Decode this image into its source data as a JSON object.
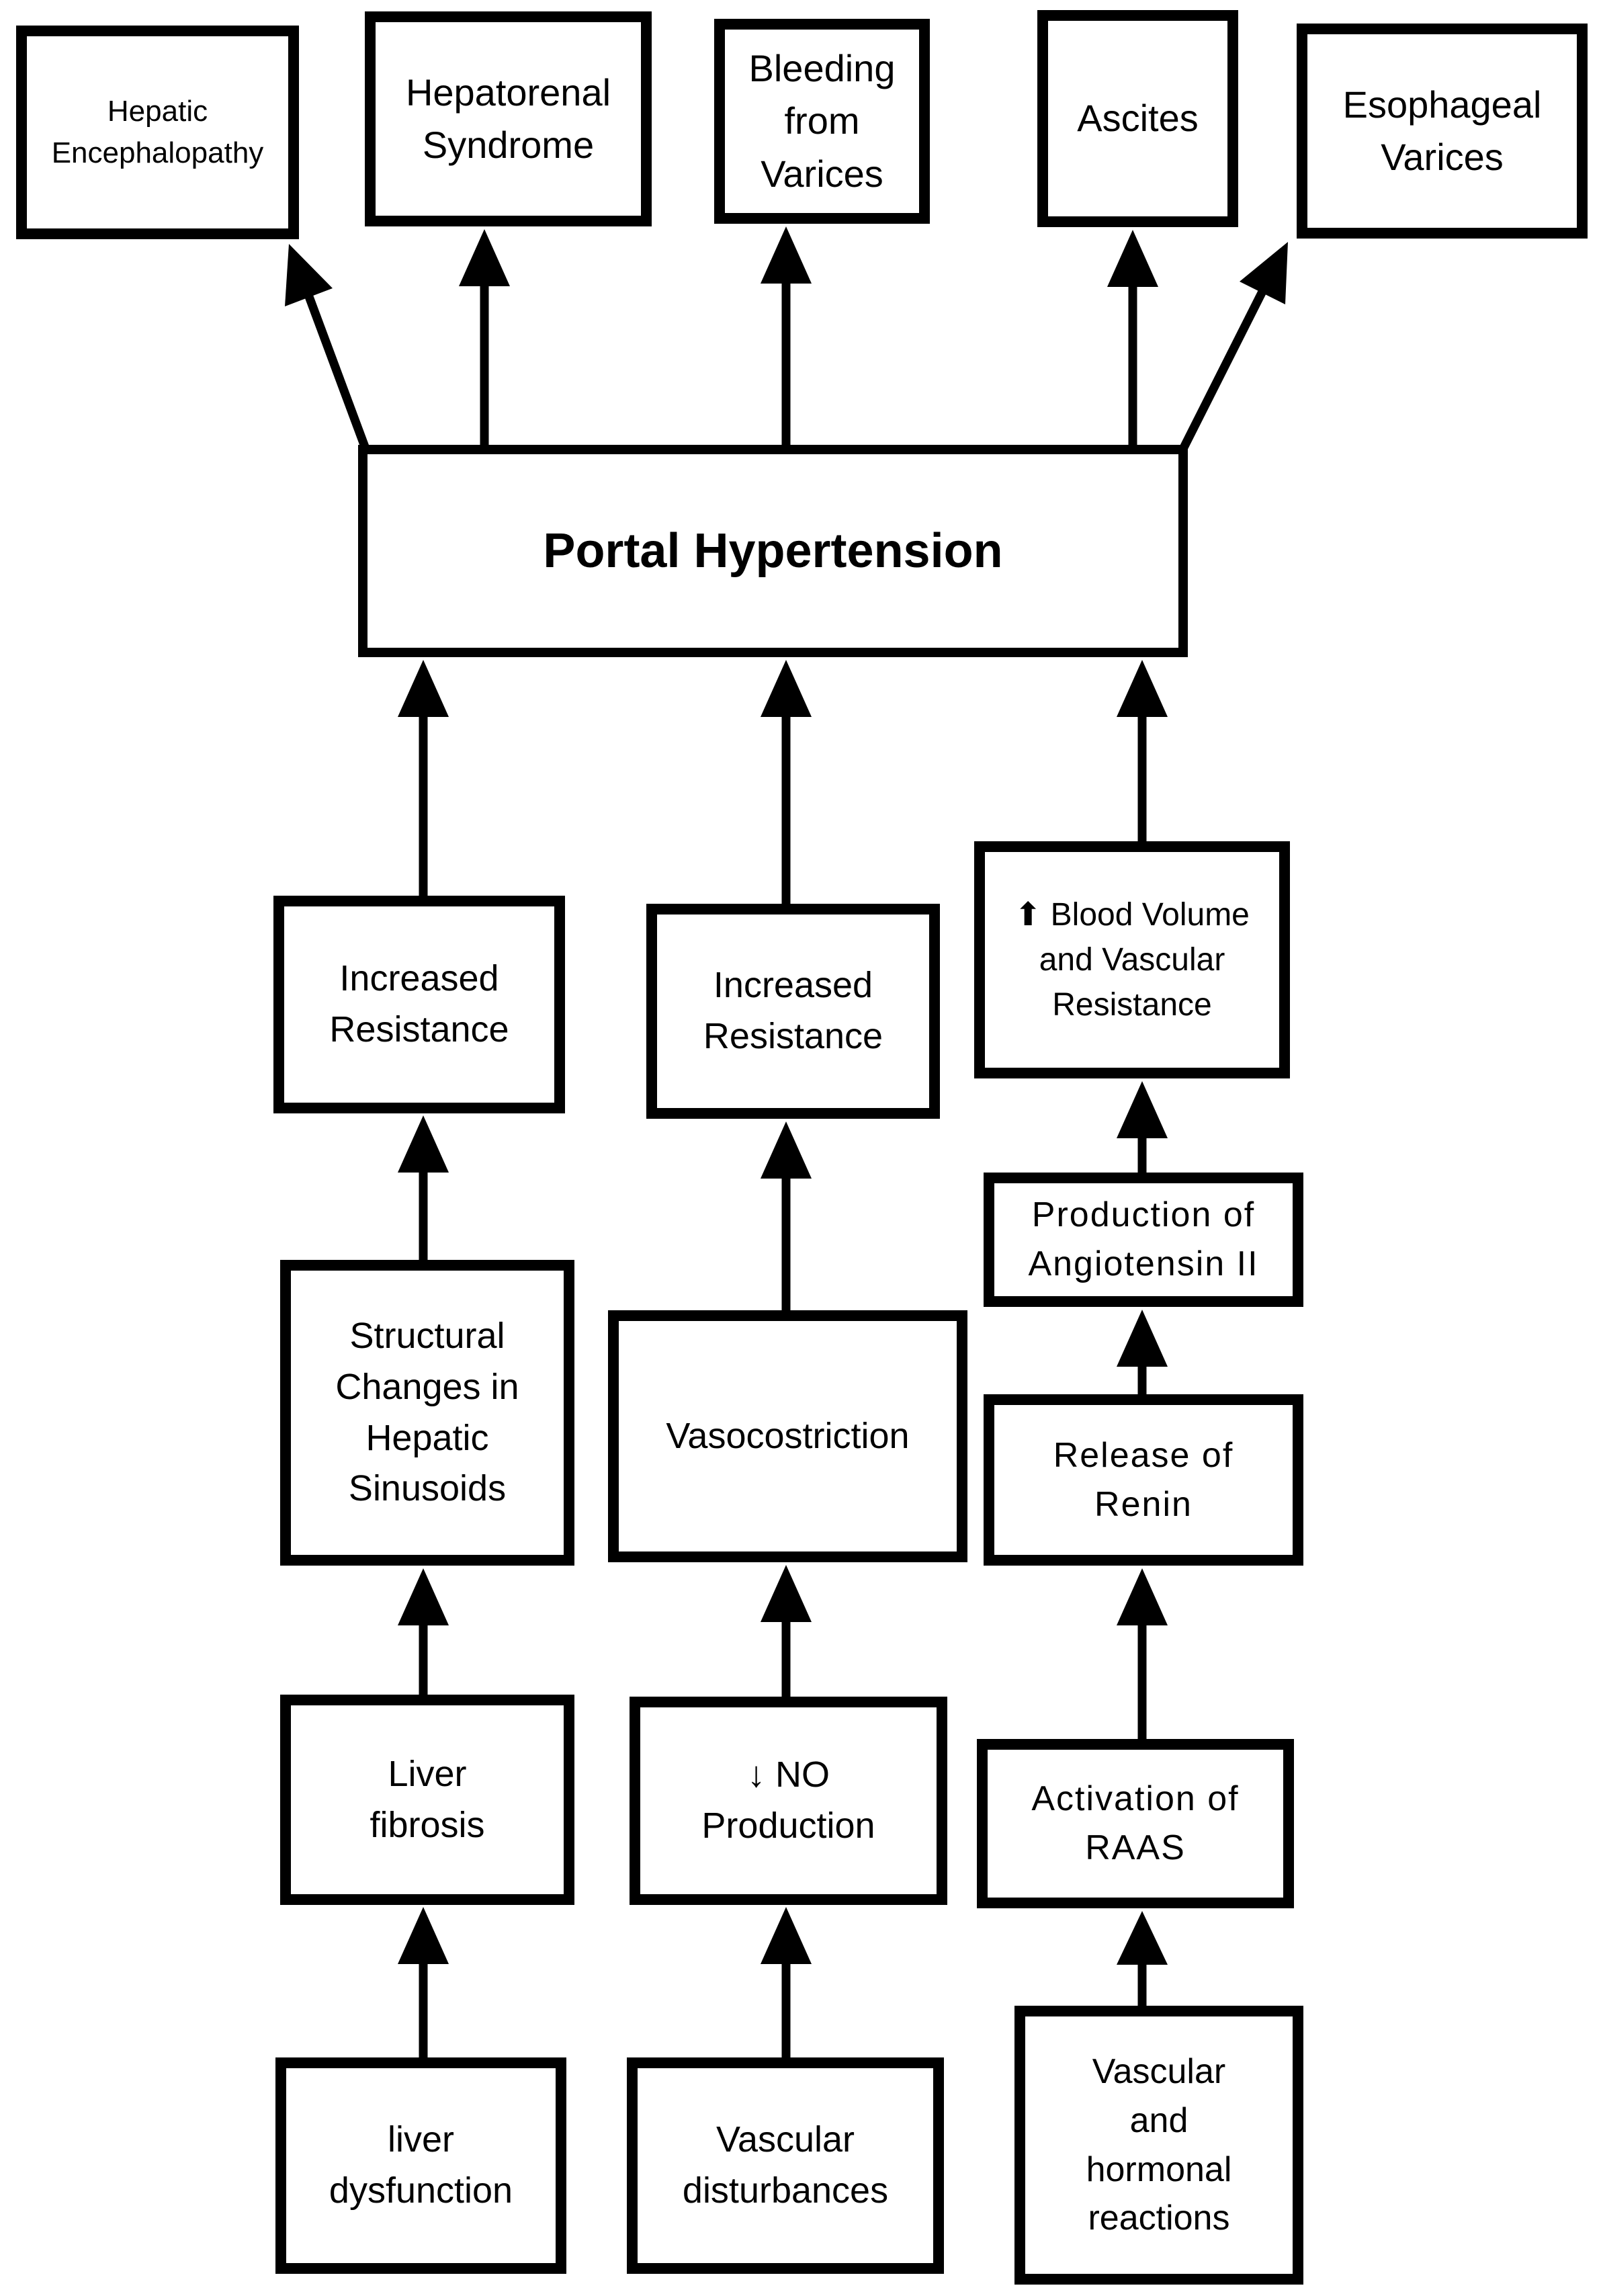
{
  "page": {
    "background": "#ffffff"
  },
  "diagram": {
    "type": "flowchart",
    "direction": "bottom-up",
    "central_node": "Portal Hypertension",
    "colors": {
      "line": "#000000",
      "box_border": "#000000",
      "box_fill": "#ffffff",
      "text": "#000000"
    },
    "icons": {
      "increase_arrow": "⬆",
      "decrease_arrow": "↓"
    },
    "nodes": {
      "hepatic_encephalopathy": {
        "label": "Hepatic\nEncephalopathy"
      },
      "hepatorenal_syndrome": {
        "label": "Hepatorenal\nSyndrome"
      },
      "bleeding_from_varices": {
        "label": "Bleeding\nfrom\nVarices"
      },
      "ascites": {
        "label": "Ascites"
      },
      "esophageal_varices": {
        "label": "Esophageal\nVarices"
      },
      "portal_hypertension": {
        "label": "Portal Hypertension"
      },
      "increased_resistance_left": {
        "label": "Increased\nResistance"
      },
      "structural_changes": {
        "label": "Structural\nChanges in\nHepatic\nSinusoids"
      },
      "liver_fibrosis": {
        "label": "Liver\nfibrosis"
      },
      "liver_dysfunction": {
        "label": "liver\ndysfunction"
      },
      "increased_resistance_middle": {
        "label": "Increased\nResistance"
      },
      "vasocostriction": {
        "label": "Vasocostriction"
      },
      "no_production": {
        "label": "↓ NO\nProduction"
      },
      "vascular_disturbances": {
        "label": "Vascular\ndisturbances"
      },
      "blood_volume_vascular_resistance": {
        "label": "⬆ Blood Volume\nand Vascular\nResistance"
      },
      "production_angiotensin_ii": {
        "label": "Production of\nAngiotensin II"
      },
      "release_of_renin": {
        "label": "Release of\nRenin"
      },
      "activation_of_raas": {
        "label": "Activation of\nRAAS"
      },
      "vascular_hormonal_reactions": {
        "label": "Vascular\nand\nhormonal\nreactions"
      }
    },
    "edges": [
      {
        "from": "liver_dysfunction",
        "to": "liver_fibrosis"
      },
      {
        "from": "liver_fibrosis",
        "to": "structural_changes"
      },
      {
        "from": "structural_changes",
        "to": "increased_resistance_left"
      },
      {
        "from": "increased_resistance_left",
        "to": "portal_hypertension"
      },
      {
        "from": "vascular_disturbances",
        "to": "no_production"
      },
      {
        "from": "no_production",
        "to": "vasocostriction"
      },
      {
        "from": "vasocostriction",
        "to": "increased_resistance_middle"
      },
      {
        "from": "increased_resistance_middle",
        "to": "portal_hypertension"
      },
      {
        "from": "vascular_hormonal_reactions",
        "to": "activation_of_raas"
      },
      {
        "from": "activation_of_raas",
        "to": "release_of_renin"
      },
      {
        "from": "release_of_renin",
        "to": "production_angiotensin_ii"
      },
      {
        "from": "production_angiotensin_ii",
        "to": "blood_volume_vascular_resistance"
      },
      {
        "from": "blood_volume_vascular_resistance",
        "to": "portal_hypertension"
      },
      {
        "from": "portal_hypertension",
        "to": "hepatic_encephalopathy"
      },
      {
        "from": "portal_hypertension",
        "to": "hepatorenal_syndrome"
      },
      {
        "from": "portal_hypertension",
        "to": "bleeding_from_varices"
      },
      {
        "from": "portal_hypertension",
        "to": "ascites"
      },
      {
        "from": "portal_hypertension",
        "to": "esophageal_varices"
      }
    ]
  }
}
